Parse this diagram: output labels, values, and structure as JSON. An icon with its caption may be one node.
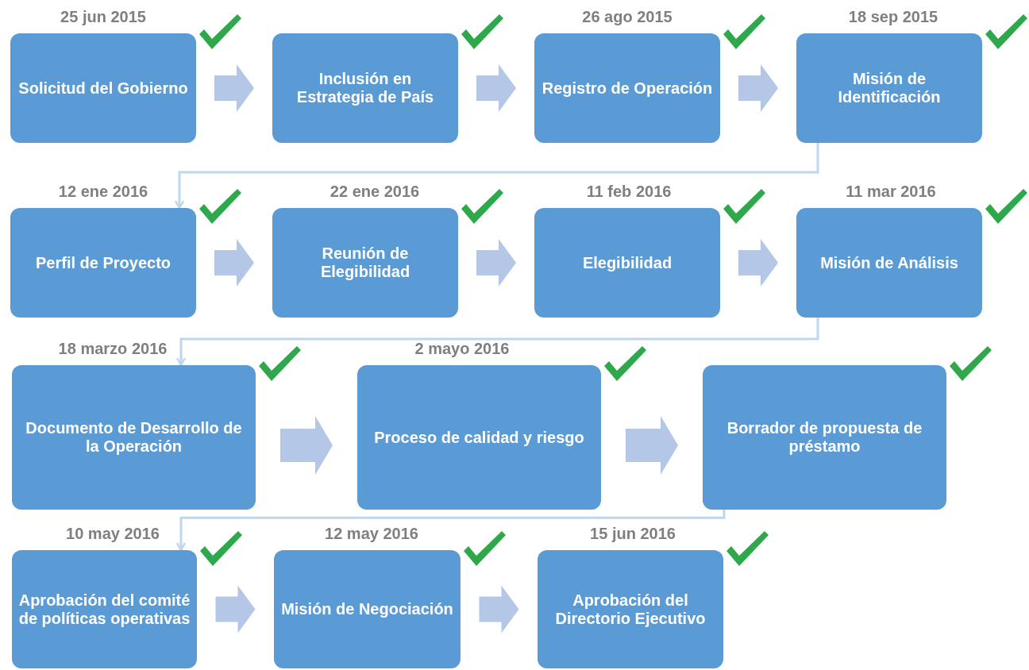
{
  "diagram": {
    "nodes": [
      {
        "text": [
          "Solicitud del Gobierno"
        ],
        "beside": [
          "25 jun 2015"
        ]
      },
      {
        "text": [
          "Inclusión en Estrategia de País"
        ]
      },
      {
        "text": [
          "Registro de Operación"
        ],
        "beside": [
          "26 ago 2015"
        ]
      },
      {
        "text": [
          "Misión de Identificación"
        ],
        "beside": [
          "18 sep 2015"
        ]
      },
      {
        "text": [
          "Perfil de Proyecto"
        ],
        "beside": [
          "12 ene 2016"
        ]
      },
      {
        "text": [
          "Reunión de Elegibilidad"
        ],
        "beside": [
          "22 ene 2016"
        ]
      },
      {
        "text": [
          "Elegibilidad"
        ],
        "beside": [
          "11 feb 2016"
        ]
      },
      {
        "text": [
          "Misión de Análisis"
        ],
        "beside": [
          "11 mar 2016"
        ]
      },
      {
        "text": [
          "Documento de Desarrollo de la Operación"
        ],
        "beside": [
          "18 marzo 2016"
        ]
      },
      {
        "text": [
          "Proceso de calidad y riesgo"
        ],
        "beside": [
          "2 mayo 2016"
        ]
      },
      {
        "text": [
          "Borrador de propuesta de préstamo"
        ]
      },
      {
        "text": [
          "Aprobación del comité de políticas operativas"
        ],
        "beside": [
          "10 may 2016"
        ]
      },
      {
        "text": [
          "Misión de Negociación"
        ],
        "beside": [
          "12 may 2016"
        ]
      },
      {
        "text": [
          "Aprobación del Directorio Ejecutivo"
        ],
        "beside": [
          "15 jun 2016"
        ]
      }
    ],
    "edges": [
      {
        "from": 0,
        "to": 1,
        "arrow": "to",
        "style": "thick"
      },
      {
        "from": 1,
        "to": 2,
        "arrow": "to",
        "style": "thick"
      },
      {
        "from": 2,
        "to": 3,
        "arrow": "to",
        "style": "thick"
      },
      {
        "from": 3,
        "to": 4,
        "arrow": "to"
      },
      {
        "from": 4,
        "to": 5,
        "arrow": "to",
        "style": "thick"
      },
      {
        "from": 5,
        "to": 6,
        "arrow": "to",
        "style": "thick"
      },
      {
        "from": 6,
        "to": 7,
        "arrow": "to",
        "style": "thick"
      },
      {
        "from": 7,
        "to": 8,
        "arrow": "to"
      },
      {
        "from": 8,
        "to": 9,
        "arrow": "to",
        "style": "thick"
      },
      {
        "from": 9,
        "to": 10,
        "arrow": "to",
        "style": "thick"
      },
      {
        "from": 10,
        "to": 11,
        "arrow": "to"
      },
      {
        "from": 11,
        "to": 12,
        "arrow": "to",
        "style": "thick"
      },
      {
        "from": 12,
        "to": 13,
        "arrow": "to",
        "style": "thick"
      }
    ]
  }
}
